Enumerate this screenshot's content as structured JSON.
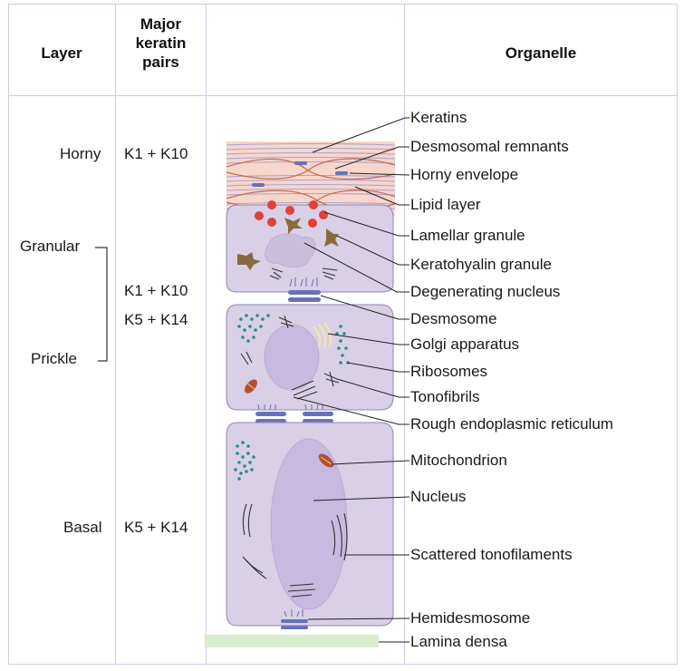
{
  "headers": {
    "layer": "Layer",
    "keratin_l1": "Major",
    "keratin_l2": "keratin",
    "keratin_l3": "pairs",
    "organelle": "Organelle"
  },
  "layers": {
    "horny": "Horny",
    "granular": "Granular",
    "prickle": "Prickle",
    "basal": "Basal"
  },
  "keratins": {
    "horny": "K1 + K10",
    "upper_a": "K1 + K10",
    "upper_b": "K5 + K14",
    "basal": "K5 + K14"
  },
  "organelles": [
    "Keratins",
    "Desmosomal remnants",
    "Horny envelope",
    "Lipid layer",
    "Lamellar granule",
    "Keratohyalin granule",
    "Degenerating nucleus",
    "Desmosome",
    "Golgi apparatus",
    "Ribosomes",
    "Tonofibrils",
    "Rough endoplasmic reticulum",
    "Mitochondrion",
    "Nucleus",
    "Scattered tonofilaments",
    "Hemidesmosome",
    "Lamina densa"
  ],
  "colors": {
    "border": "#c9cde4",
    "cell_fill": "#d9cfe6",
    "cell_stroke": "#8f86b8",
    "desmosome": "#6872b8",
    "horny_bg": "#f7d6cc",
    "lamellar": "#e2413a",
    "keratohyalin": "#8a6a3c",
    "ribosome": "#2a8a8a",
    "lamina": "#d9eccd"
  }
}
